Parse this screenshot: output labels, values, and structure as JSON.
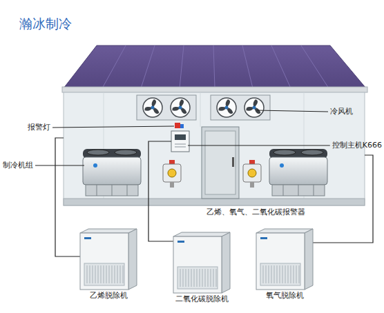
{
  "diagram": {
    "title": "瀚冰制冷",
    "nodes": [
      {
        "text": [
          "乙烯脱除机"
        ]
      },
      {
        "text": [
          "二氧化碳脱除机"
        ]
      },
      {
        "text": [
          "氧气脱除机"
        ]
      }
    ],
    "labels": [
      "报警灯",
      "冷风机",
      "制冷机组",
      "控制主机K666",
      "乙烯、氧气、二氧化碳报警器"
    ]
  }
}
